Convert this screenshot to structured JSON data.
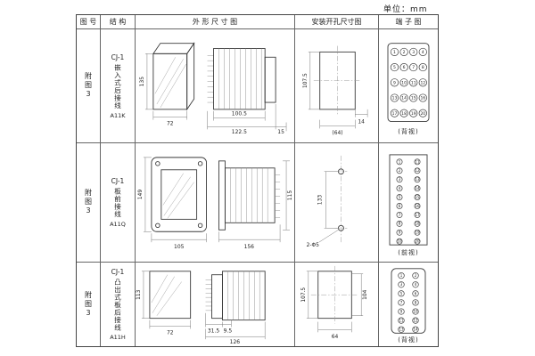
{
  "unit_label": "单位：mm",
  "header": {
    "fig": "图 号",
    "structure": "结 构",
    "outline": "外 形 尺 寸 图",
    "mounting": "安装开孔尺寸图",
    "terminal": "端 子 图"
  },
  "rows": [
    {
      "fig": "附图3",
      "series": "CJ-1",
      "structure": "嵌入式后接线",
      "model": "A11K",
      "outline": {
        "front_h": "135",
        "front_w": "72",
        "d1": "100.5",
        "d2": "122.5",
        "d3": "15"
      },
      "mounting": {
        "h": "107.5",
        "d1": "14",
        "d2": "(64)"
      },
      "terminal": {
        "view": "(背视)",
        "cols": 4,
        "numbers": [
          1,
          2,
          3,
          4,
          5,
          6,
          7,
          8,
          9,
          10,
          11,
          12,
          13,
          14,
          15,
          16,
          17,
          18,
          19,
          20
        ]
      }
    },
    {
      "fig": "附图3",
      "series": "CJ-1",
      "structure": "板前接线",
      "model": "A11Q",
      "outline": {
        "front_h": "149",
        "front_w": "105",
        "d1": "156",
        "d2": "115"
      },
      "mounting": {
        "h": "133",
        "holes": "2-Φ5"
      },
      "terminal": {
        "view": "(前视)",
        "cols": 2,
        "numbers": [
          1,
          11,
          2,
          12,
          3,
          13,
          4,
          14,
          5,
          15,
          6,
          16,
          7,
          17,
          8,
          18,
          9,
          19,
          10,
          20
        ]
      }
    },
    {
      "fig": "附图3",
      "series": "CJ-1",
      "structure": "凸出式板后接线",
      "model": "A11H",
      "outline": {
        "front_h": "113",
        "front_w": "72",
        "d1": "31.5",
        "d2": "9.5",
        "d3": "126"
      },
      "mounting": {
        "h": "107.5",
        "h2": "104",
        "w": "64"
      },
      "terminal": {
        "view": "(背视)",
        "cols": 2,
        "numbers": [
          1,
          2,
          3,
          4,
          5,
          6,
          7,
          8,
          9,
          10,
          11,
          12,
          13,
          14
        ]
      }
    }
  ]
}
